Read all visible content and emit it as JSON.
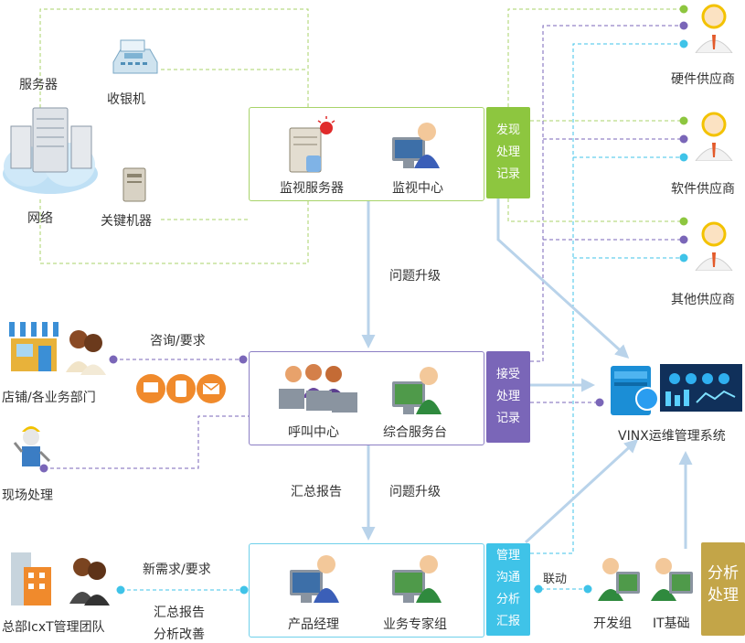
{
  "left": {
    "server_label": "服务器",
    "cashier_label": "收银机",
    "network_label": "网络",
    "key_machine_label": "关键机器",
    "shops_label": "店铺/各业务部门",
    "field_label": "现场处理",
    "hq_label": "总部IcxT管理团队"
  },
  "flows": {
    "consult": "咨询/要求",
    "escalate1": "问题升级",
    "report": "汇总报告",
    "escalate2": "问题升级",
    "new_request": "新需求/要求",
    "summary_report": "汇总报告",
    "analysis": "分析改善",
    "linkage": "联动"
  },
  "monitor": {
    "server_label": "监视服务器",
    "center_label": "监视中心",
    "tag": [
      "发现",
      "处理",
      "记录"
    ]
  },
  "call": {
    "callcenter_label": "呼叫中心",
    "service_label": "综合服务台",
    "tag": [
      "接受",
      "处理",
      "记录"
    ]
  },
  "product": {
    "pm_label": "产品经理",
    "expert_label": "业务专家组",
    "tag": [
      "管理",
      "沟通",
      "分析",
      "汇报"
    ]
  },
  "vendors": {
    "hardware": "硬件供应商",
    "software": "软件供应商",
    "other": "其他供应商"
  },
  "system": {
    "label": "VINX运维管理系统"
  },
  "bottom_right": {
    "dev_label": "开发组",
    "it_label": "IT基础",
    "tag": [
      "分析",
      "处理"
    ]
  },
  "colors": {
    "green": "#8dc63f",
    "purple": "#7a66b8",
    "cyan": "#3fc3e8",
    "olive": "#c3a548",
    "arrow": "#b9d3ea"
  }
}
